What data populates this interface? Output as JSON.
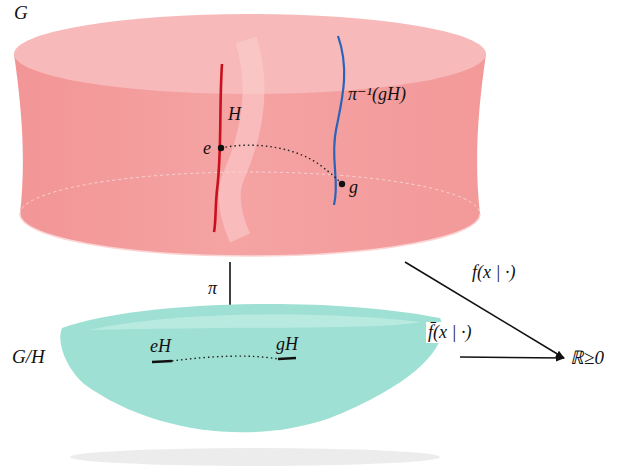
{
  "diagram": {
    "nodes": [
      {
        "text": [
          "G"
        ]
      },
      {
        "text": [
          "G/H"
        ]
      },
      {
        "text": [
          "ℝ≥0"
        ]
      }
    ],
    "edges": [
      {
        "from": 0,
        "to": 1,
        "label": "π",
        "arrow": "to"
      },
      {
        "from": 0,
        "to": 2,
        "label": "f(x | ·)",
        "arrow": "to"
      },
      {
        "from": 1,
        "to": 2,
        "label": "f̄(x | ·)",
        "arrow": "to"
      }
    ],
    "labels": [
      "H",
      "e",
      "π⁻¹(gH)",
      "g",
      "eH",
      "gH"
    ]
  }
}
